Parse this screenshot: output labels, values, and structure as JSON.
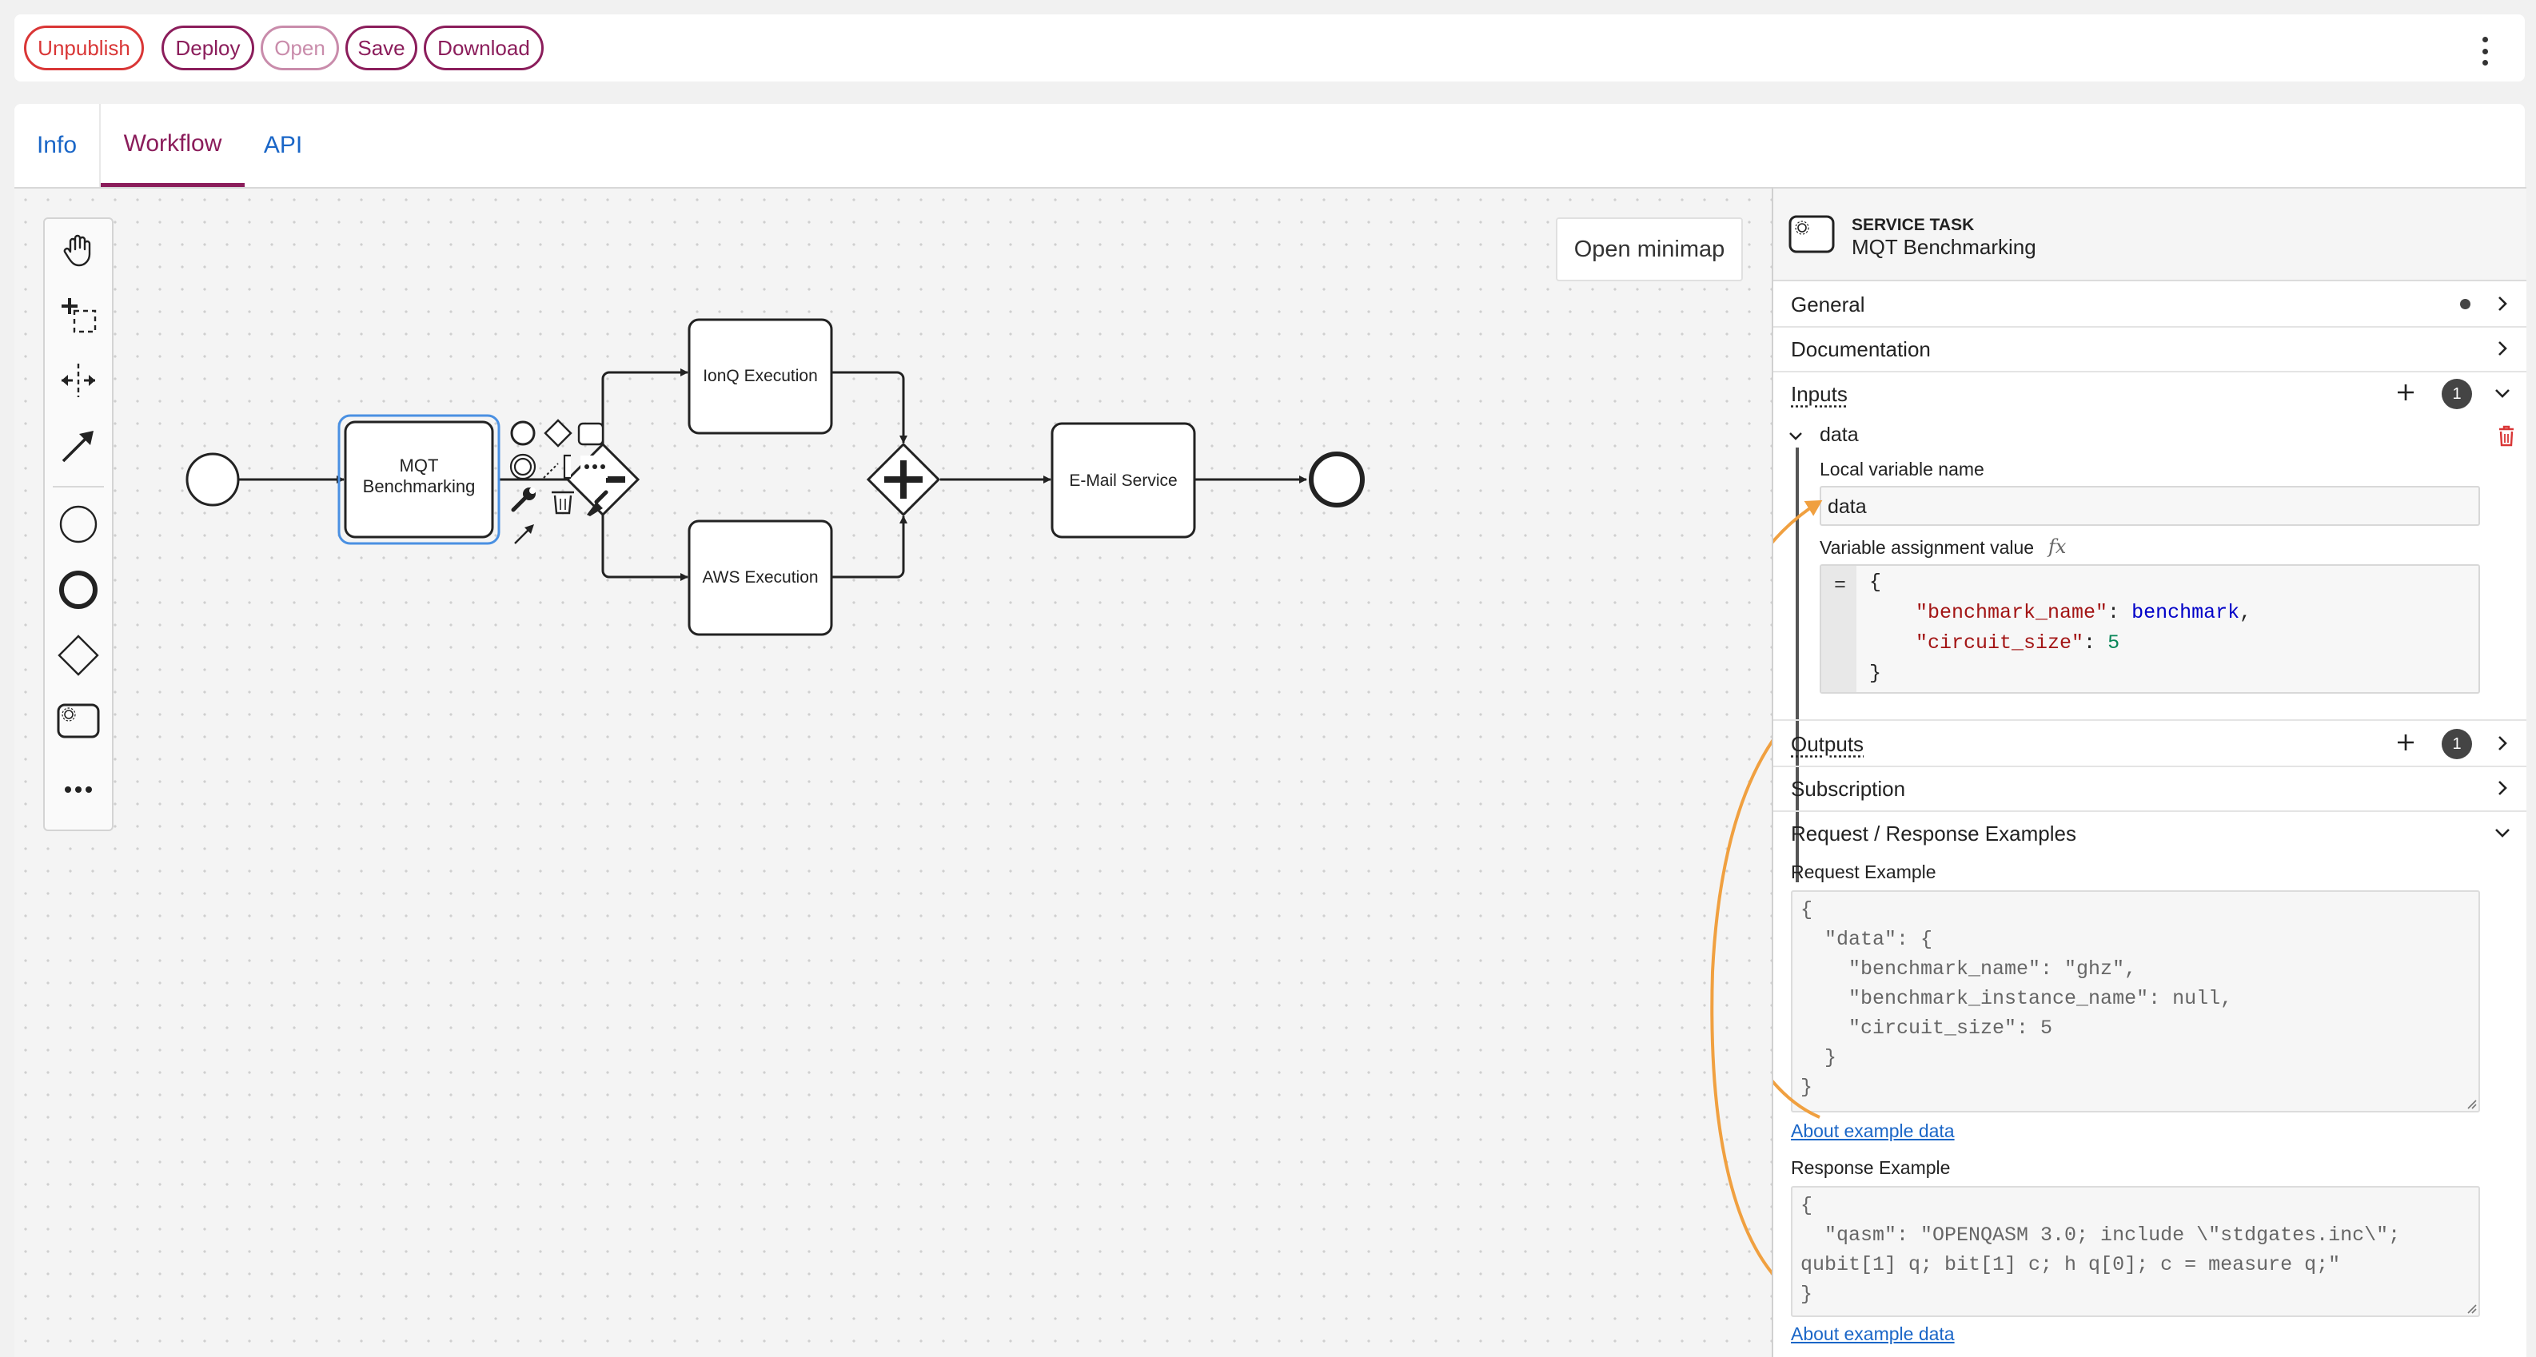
{
  "toolbar": {
    "unpublish": "Unpublish",
    "deploy": "Deploy",
    "open": "Open",
    "save": "Save",
    "download": "Download"
  },
  "tabs": [
    {
      "label": "Info"
    },
    {
      "label": "Workflow",
      "active": true
    },
    {
      "label": "API"
    }
  ],
  "canvas": {
    "minimap_label": "Open minimap",
    "palette": [
      "hand-tool-icon",
      "lasso-tool-icon",
      "space-tool-icon",
      "connect-tool-icon",
      "start-event-icon",
      "end-event-icon",
      "gateway-icon",
      "service-task-icon",
      "more-icon"
    ],
    "nodes": {
      "mqt": [
        "MQT",
        "Benchmarking"
      ],
      "ionq": "IonQ Execution",
      "aws": "AWS Execution",
      "email": "E-Mail Service"
    }
  },
  "panel": {
    "header_type": "SERVICE TASK",
    "header_name": "MQT Benchmarking",
    "groups": {
      "general": "General",
      "documentation": "Documentation",
      "inputs": "Inputs",
      "inputs_count": "1",
      "outputs": "Outputs",
      "outputs_count": "1",
      "subscription": "Subscription",
      "examples": "Request / Response Examples"
    },
    "input_item": {
      "name": "data",
      "local_var_label": "Local variable name",
      "local_var_value": "data",
      "assign_label": "Variable assignment value",
      "fx": "fx",
      "eq": "=",
      "code": {
        "open": "{",
        "k1": "\"benchmark_name\"",
        "sep1": ": ",
        "v1": "benchmark",
        "c1": ",",
        "k2": "\"circuit_size\"",
        "sep2": ": ",
        "v2": "5",
        "close": "}"
      }
    },
    "request_label": "Request Example",
    "request_text": "{\n  \"data\": {\n    \"benchmark_name\": \"ghz\",\n    \"benchmark_instance_name\": null,\n    \"circuit_size\": 5\n  }\n}",
    "about_link": "About example data",
    "response_label": "Response Example",
    "response_text": "{\n  \"qasm\": \"OPENQASM 3.0; include \\\"stdgates.inc\\\";\nqubit[1] q; bit[1] c; h q[0]; c = measure q;\"\n}",
    "about_link2": "About example data"
  },
  "colors": {
    "brand": "#8b1d5b",
    "danger": "#d93636",
    "link": "#1a66c7",
    "selection": "#4a90e2",
    "annotation": "#f0a040"
  }
}
